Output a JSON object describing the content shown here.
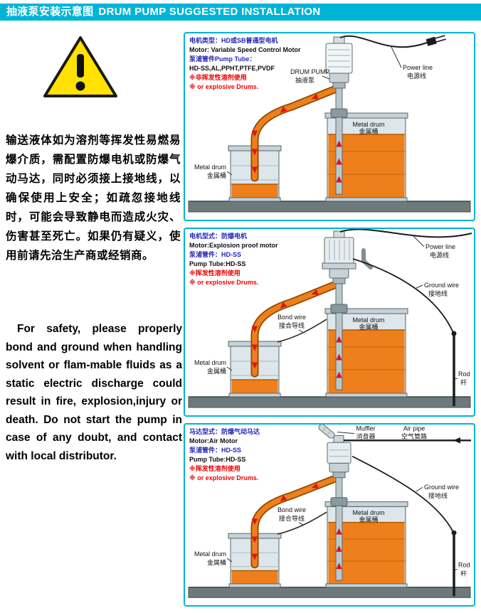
{
  "colors": {
    "accent_cyan": "#00b4d6",
    "warning_red": "#f20000",
    "spec_blue": "#2526b6",
    "liquid_orange": "#ee7f1b",
    "drum_gray": "#dde6ea",
    "floor_gray": "#6d797b",
    "warning_yellow": "#ffe200"
  },
  "header": {
    "title_cn": "抽液泵安装示意图",
    "title_en": "DRUM PUMP SUGGESTED INSTALLATION"
  },
  "left": {
    "warning_icon": "warning-triangle-icon",
    "para_cn": "输送液体如为溶剂等挥发性易燃易爆介质，需配置防爆电机或防爆气动马达，同时必须接上接地线，以确保使用上安全；如疏忽接地线时，可能会导致静电而造成火灾、伤害甚至死亡。如果仍有疑义，使用前请先洽生产商或经销商。",
    "para_en": "For safety, please properly bond and ground when handling solvent or flam-mable fluids as a static electric discharge could result in fire, explosion,injury or death. Do not start the pump in case of any doubt, and contact with local distributor."
  },
  "panels": [
    {
      "info": [
        "电机类型：HD或SB普通型电机",
        "Motor: Variable Speed Control Motor",
        "泵浦管件Pump Tube：",
        "HD-SS,AL,PPHT,PTFE,PVDF",
        "※非挥发性溶剂使用",
        "※ or explosive Drums."
      ],
      "labels": {
        "drum_pump_en": "DRUM PUMP",
        "drum_pump_cn": "抽液泵",
        "power_line_en": "Power line",
        "power_line_cn": "电源线",
        "metal_drum_r_en": "Metal drum",
        "metal_drum_r_cn": "金属桶",
        "metal_drum_l_en": "Metal drum",
        "metal_drum_l_cn": "金属桶"
      }
    },
    {
      "info": [
        "电机型式：防爆电机",
        "Motor:Explosion proof motor",
        "泵浦管件：HD-SS",
        "Pump Tube:HD-SS",
        "※挥发性溶剂使用",
        "※ or explosive Drums."
      ],
      "labels": {
        "power_line_en": "Power line",
        "power_line_cn": "电源线",
        "ground_wire_en": "Ground wire",
        "ground_wire_cn": "接地线",
        "bond_wire_en": "Bond wire",
        "bond_wire_cn": "接合导线",
        "metal_drum_r_en": "Metal drum",
        "metal_drum_r_cn": "金属桶",
        "metal_drum_l_en": "Metal drum",
        "metal_drum_l_cn": "金属桶",
        "rod_en": "Rod",
        "rod_cn": "杆"
      }
    },
    {
      "info": [
        "马达型式：防爆气动马达",
        "Motor:Air Motor",
        "泵浦管件：HD-SS",
        "Pump Tube:HD-SS",
        "※挥发性溶剂使用",
        "※ or explosive Drums."
      ],
      "labels": {
        "muffler_en": "Muffler",
        "muffler_cn": "消音器",
        "air_pipe_en": "Air pipe",
        "air_pipe_cn": "空气管路",
        "ground_wire_en": "Ground wire",
        "ground_wire_cn": "接地线",
        "bond_wire_en": "Bond wire",
        "bond_wire_cn": "接合导线",
        "metal_drum_r_en": "Metal drum",
        "metal_drum_r_cn": "金属桶",
        "metal_drum_l_en": "Metal drum",
        "metal_drum_l_cn": "金属桶",
        "rod_en": "Rod",
        "rod_cn": "杆"
      }
    }
  ]
}
